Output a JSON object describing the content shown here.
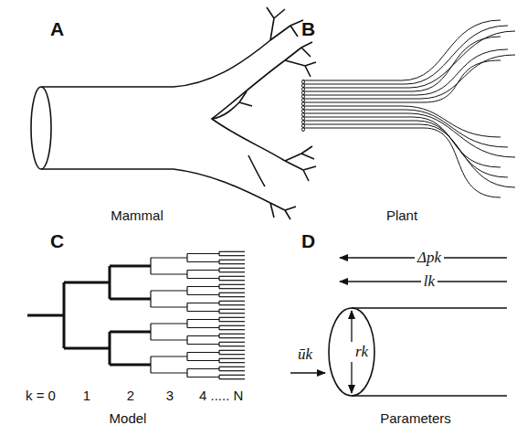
{
  "diagram": {
    "labels": [
      "A",
      "Mammal",
      "B",
      "Plant",
      "C",
      "k = 0",
      "1",
      "2",
      "3",
      "4 ..... N",
      "Model",
      "D",
      "Δpk",
      "lk",
      "rk",
      "ūk",
      "Parameters"
    ]
  }
}
